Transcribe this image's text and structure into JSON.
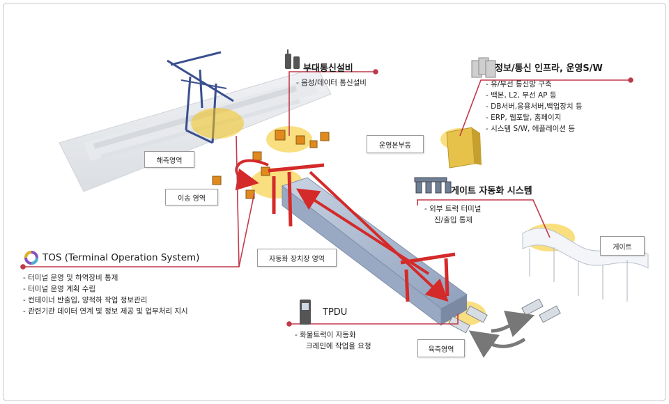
{
  "sections": {
    "comm": {
      "title": "부대통신설비",
      "items": [
        "- 음성/데이터 통신설비"
      ]
    },
    "infra": {
      "title": "정보/통신 인프라, 운영S/W",
      "items": [
        "- 유/무선 통신망 구축",
        "- 백본, L2, 무선 AP 등",
        "- DB서버,응용서버,백업장치 등",
        "- ERP, 웹포탈, 홈페이지",
        "- 시스템 S/W, 에플레이션 등"
      ]
    },
    "gate_sys": {
      "title": "게이트 자동화 시스템",
      "items": [
        "- 외부 트럭 터미널",
        "진/출입 통제"
      ]
    },
    "tos": {
      "title": "TOS (Terminal Operation System)",
      "items": [
        "- 터미널 운영 및 하역장비 통제",
        "- 터미널 운영 계획 수립",
        "- 컨테이너 반출입, 양적하 작업 정보관리",
        "- 관련기관 데이터 연계 및 정보 제공 및 업무처리 지시"
      ]
    },
    "tpdu": {
      "title": "TPDU",
      "items": [
        "-  화물트럭이 자동화",
        "크레인에 작업을 요청"
      ]
    }
  },
  "areas": {
    "sea": "해측영역",
    "transfer": "이송 영역",
    "ops": "운영본부동",
    "yard": "자동화 장치장 영역",
    "gate": "게이트",
    "land": "육측영역"
  },
  "colors": {
    "connector": "#c0394b",
    "highlight": "#f5c518",
    "crane": "#d42a2a"
  }
}
